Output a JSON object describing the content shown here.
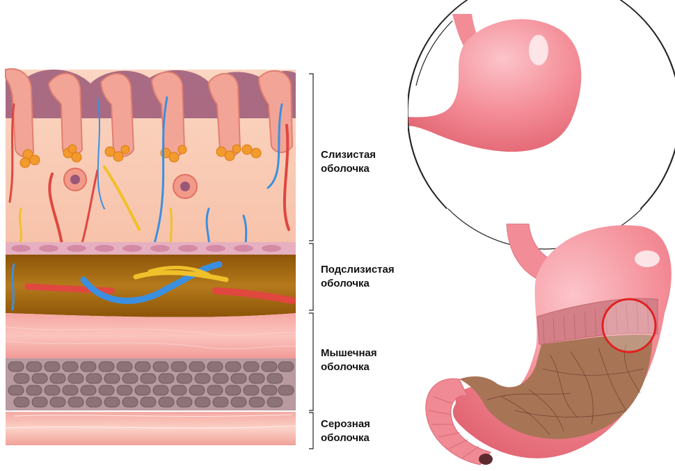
{
  "layers": [
    {
      "id": "mucosa",
      "label": "Слизистая\nоболочка"
    },
    {
      "id": "submucosa",
      "label": "Подслизистая\nоболочка"
    },
    {
      "id": "muscularis",
      "label": "Мышечная\nоболочка"
    },
    {
      "id": "serosa",
      "label": "Серозная\nоболочка"
    }
  ],
  "colors": {
    "mucosa": "#f8c9b4",
    "mucosa_villi": "#f3a79a",
    "gland_cells": "#f29a2e",
    "crypt_shadow": "#9c5a78",
    "submucosa": "#a46a12",
    "artery": "#e0473f",
    "vein": "#3b8fe0",
    "nerve": "#f0c02a",
    "muscle_outer": "#f6a8a2",
    "muscle_cells": "#8d7378",
    "serosa": "#f7b8b0",
    "stomach_outer": "#f07b84",
    "stomach_inner": "#8a5a3a",
    "highlight_circle": "#e02020",
    "bracket": "#222222"
  }
}
